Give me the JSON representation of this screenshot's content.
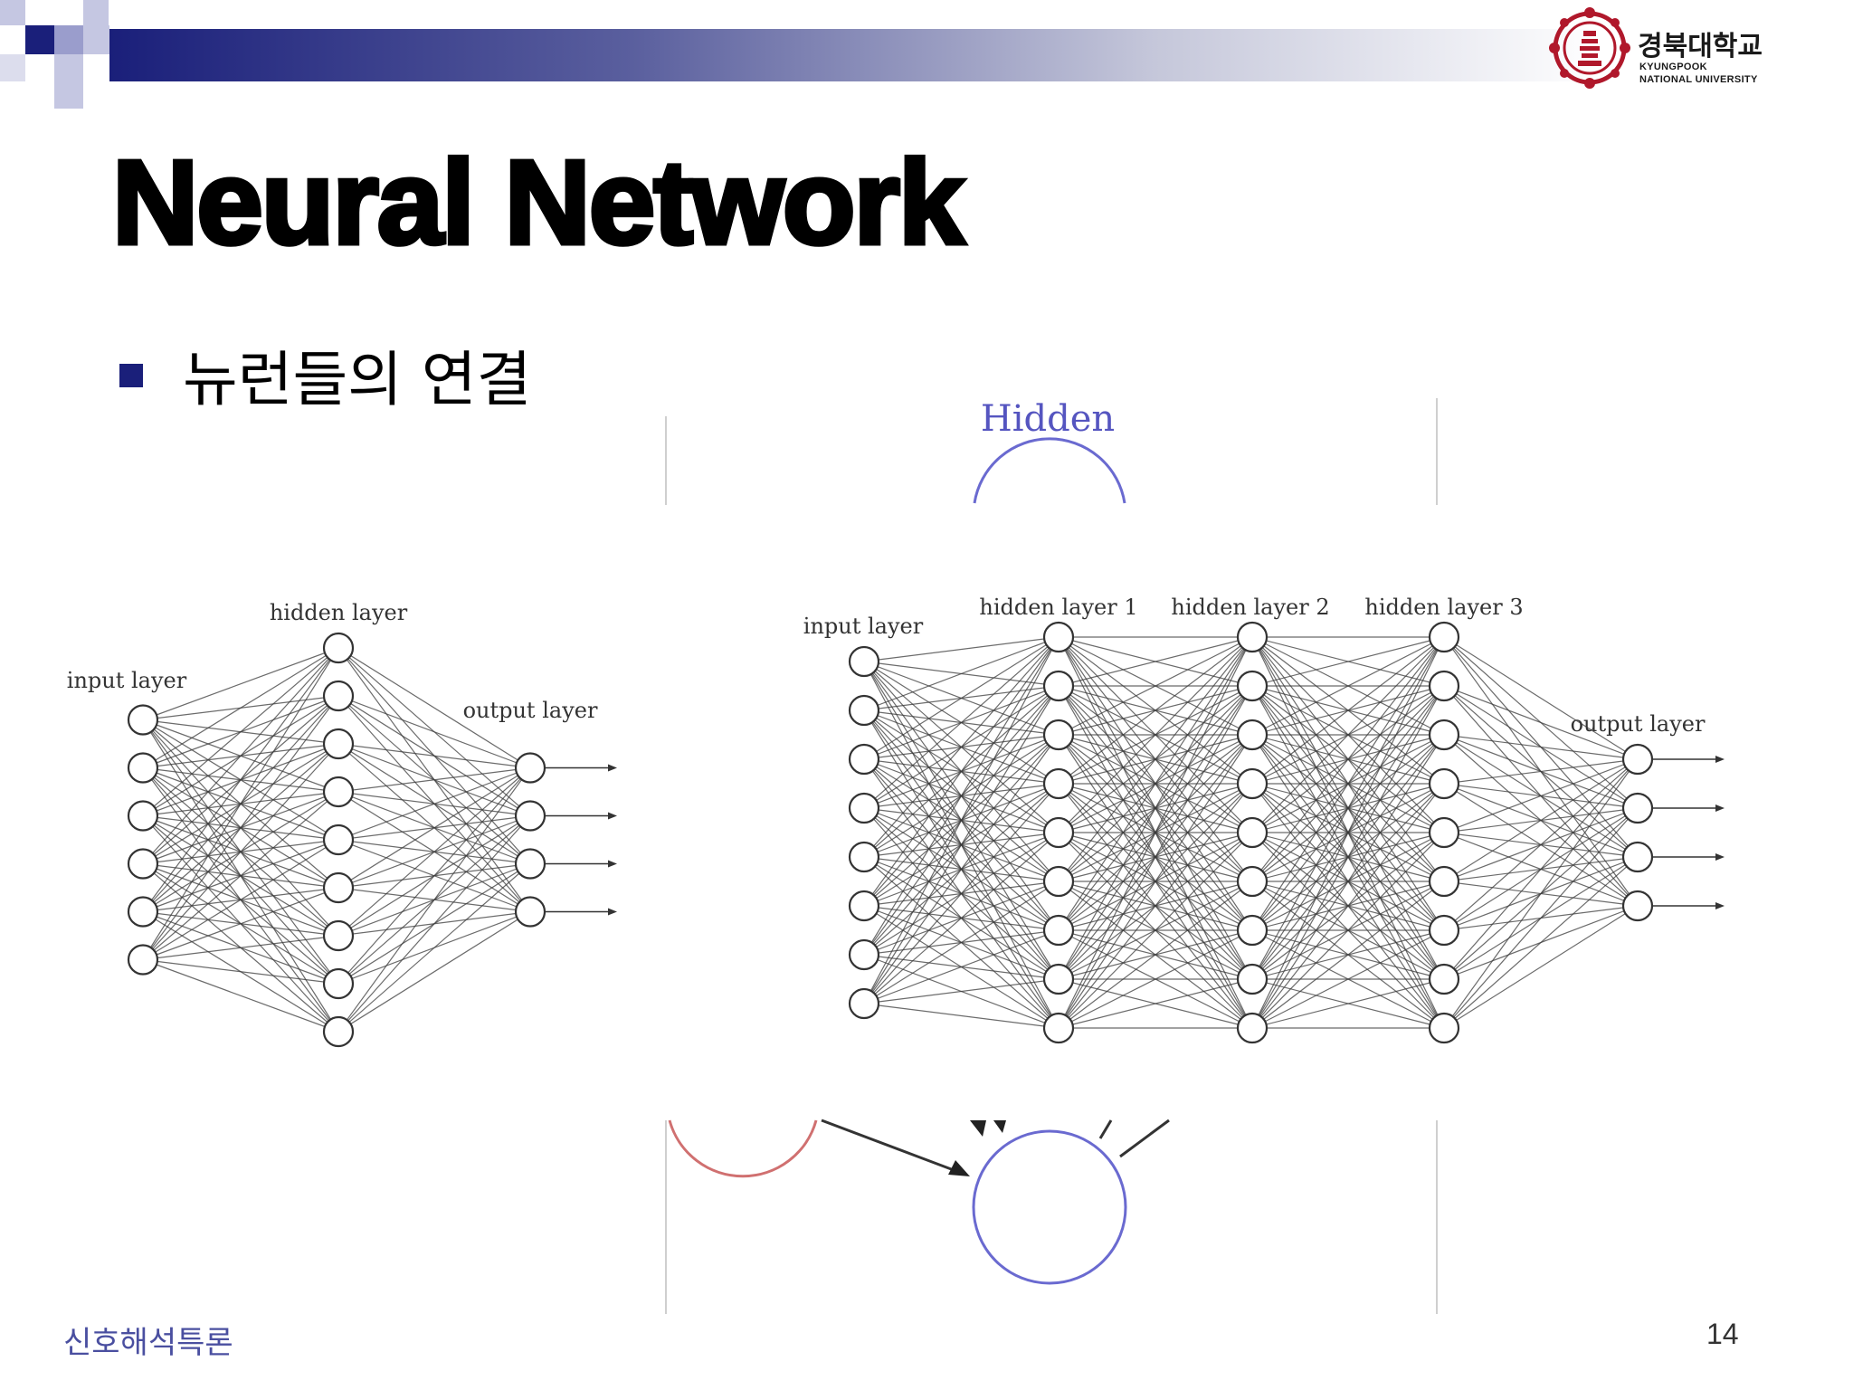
{
  "slide": {
    "title": "Neural Network",
    "bullet": "뉴런들의 연결",
    "footer_left": "신호해석특론",
    "page_number": "14"
  },
  "logo": {
    "name_kr": "경북대학교",
    "name_en_line1": "KYUNGPOOK",
    "name_en_line2": "NATIONAL UNIVERSITY"
  },
  "background_diagram": {
    "label": "Hidden"
  },
  "networks": [
    {
      "input_label": "input layer",
      "hidden_labels": [
        "hidden layer"
      ],
      "output_label": "output layer",
      "layer_sizes": [
        6,
        9,
        4
      ]
    },
    {
      "input_label": "input layer",
      "hidden_labels": [
        "hidden layer 1",
        "hidden layer 2",
        "hidden layer 3"
      ],
      "output_label": "output layer",
      "layer_sizes": [
        8,
        9,
        9,
        9,
        4
      ]
    }
  ],
  "colors": {
    "header_dark": "#1a1f7a",
    "accent_red": "#b0182b",
    "footer_text": "#4a4fa0",
    "hidden_circle": "#6a6ad0"
  }
}
